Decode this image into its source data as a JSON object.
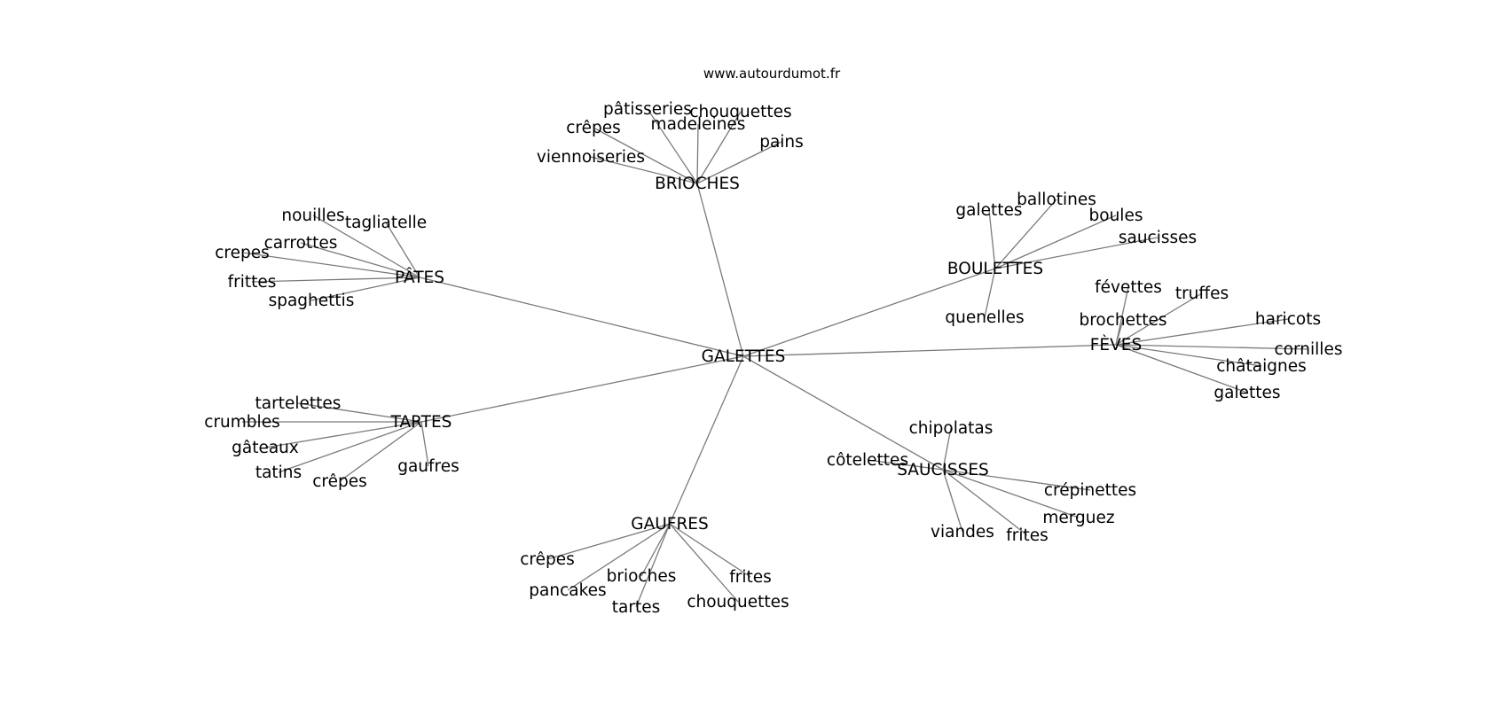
{
  "source": "www.autourdumot.fr",
  "colors": {
    "edge": "#7a7a7a",
    "text": "#000000",
    "background": "#ffffff"
  },
  "center": "GALETTES",
  "clusters": [
    {
      "hub": "BRIOCHES",
      "leaves": [
        "pâtisseries",
        "chouquettes",
        "madeleines",
        "crêpes",
        "pains",
        "viennoiseries"
      ]
    },
    {
      "hub": "PÂTES",
      "leaves": [
        "nouilles",
        "tagliatelle",
        "carrottes",
        "crepes",
        "frittes",
        "spaghettis"
      ]
    },
    {
      "hub": "BOULETTES",
      "leaves": [
        "galettes",
        "ballotines",
        "boules",
        "saucisses",
        "quenelles"
      ]
    },
    {
      "hub": "FÈVES",
      "leaves": [
        "févettes",
        "truffes",
        "brochettes",
        "haricots",
        "cornilles",
        "châtaignes",
        "galettes"
      ]
    },
    {
      "hub": "TARTES",
      "leaves": [
        "tartelettes",
        "crumbles",
        "gâteaux",
        "tatins",
        "crêpes",
        "gaufres"
      ]
    },
    {
      "hub": "SAUCISSES",
      "leaves": [
        "chipolatas",
        "côtelettes",
        "crépinettes",
        "merguez",
        "viandes",
        "frites"
      ]
    },
    {
      "hub": "GAUFRES",
      "leaves": [
        "crêpes",
        "pancakes",
        "brioches",
        "frites",
        "tartes",
        "chouquettes"
      ]
    }
  ]
}
